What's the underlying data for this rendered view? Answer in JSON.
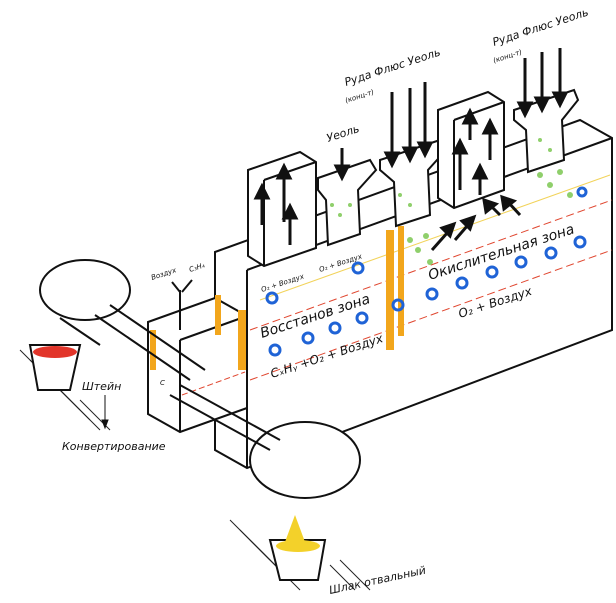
{
  "labels": {
    "ore_flux_coal_1": "Руда Флюс Уеоль",
    "ore_flux_coal_2": "Руда Флюс Уеоль",
    "concentrate_1": "(конц-т)",
    "concentrate_2": "(конц-т)",
    "coal": "Уеоль",
    "air": "Воздух",
    "fuel": "C₃H₄",
    "o2_air_small_1": "О₂ + Воздух",
    "o2_air_small_2": "О₂ + Воздух",
    "reduction_zone": "Восстанов зона",
    "oxidation_zone": "Окислительная зона",
    "fuel_mix": "CₓHᵧ +O₂ + Воздух",
    "o2_air": "О₂ + Воздух",
    "matte": "Штейн",
    "converting": "Конвертирование",
    "slag": "Шлак отвальный",
    "tap_label": "C"
  },
  "colors": {
    "line": "#111111",
    "tuyere": "#1f63d6",
    "gas_green": "#8fcf6b",
    "air_blue": "#8ab6ff",
    "refractory": "#f2a61c",
    "molten_red": "#e2352a",
    "slag_yellow": "#f3d12a",
    "dashed_red": "#e0462f"
  }
}
